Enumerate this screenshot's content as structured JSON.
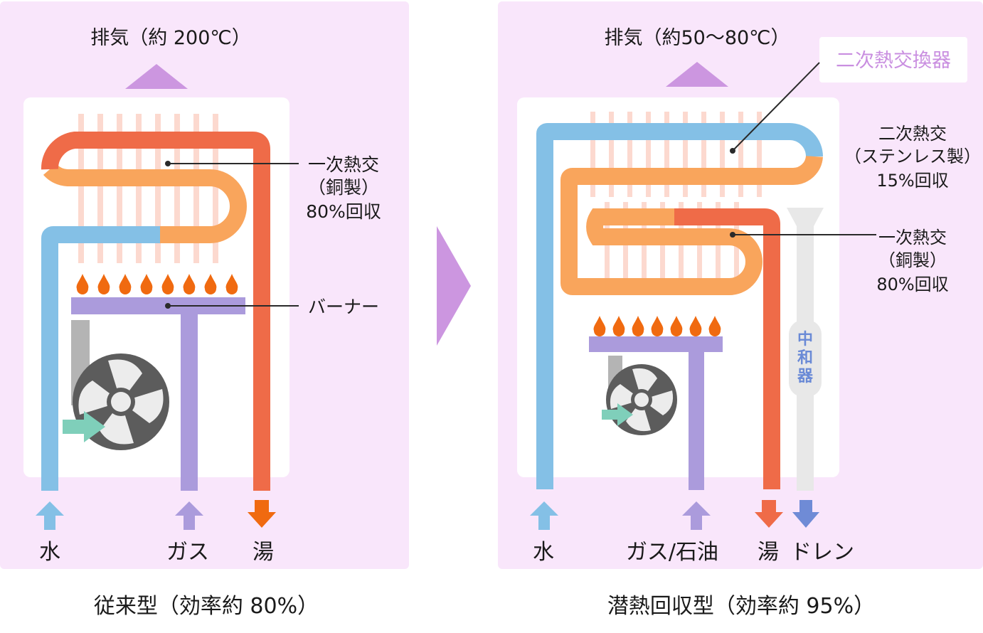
{
  "left": {
    "exhaust": "排気（約 200℃）",
    "primary_hx": [
      "一次熱交",
      "（銅製）",
      "80%回収"
    ],
    "burner": "バーナー",
    "water": "水",
    "gas": "ガス",
    "hot_water": "湯",
    "caption": "従来型（効率約 80%）"
  },
  "right": {
    "exhaust": "排気（約50〜80℃）",
    "secondary_title": "二次熱交換器",
    "secondary_hx": [
      "二次熱交",
      "（ステンレス製）",
      "15%回収"
    ],
    "primary_hx": [
      "一次熱交",
      "（銅製）",
      "80%回収"
    ],
    "neutralizer": [
      "中",
      "和",
      "器"
    ],
    "water": "水",
    "gas_oil": "ガス/石油",
    "hot_water": "湯",
    "drain": "ドレン",
    "caption": "潜熱回収型（効率約 95%）"
  },
  "colors": {
    "panel": "#f9e6fb",
    "box": "#ffffff",
    "exhaust_arrow": "#cc96e0",
    "fin": "#fcd9cf",
    "hot_pipe": "#ef6b48",
    "warm_pipe": "#f9a55c",
    "cold_pipe": "#84c0e6",
    "gas_pipe": "#ab9bdc",
    "drain_pipe": "#e8e8e8",
    "flame": "#f06a10",
    "fan": "#5c5c5c",
    "air_arrow": "#7fcfba",
    "drain_arrow": "#6f8bd6",
    "neutralizer_text": "#6a8ad6",
    "secondary_text": "#c98ee0"
  }
}
